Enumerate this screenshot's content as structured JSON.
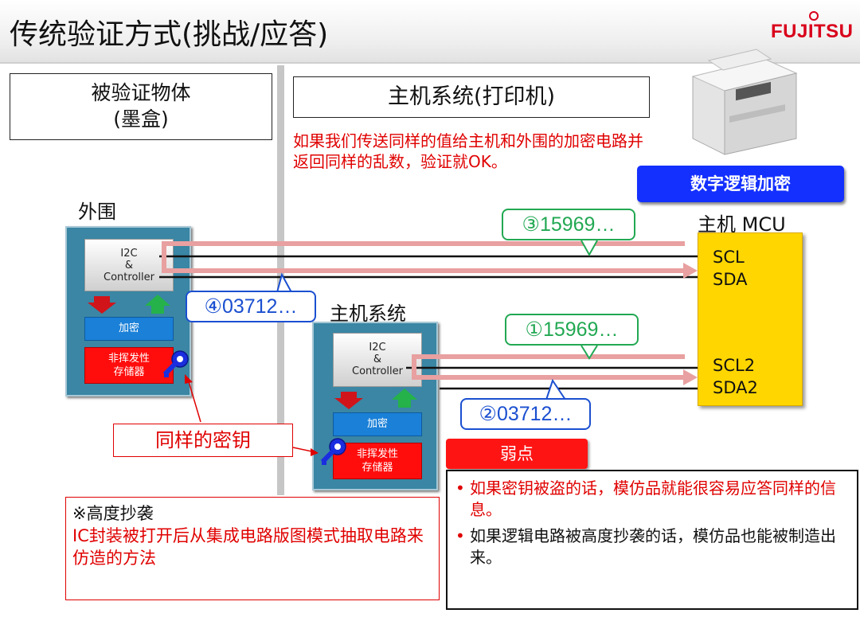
{
  "header": {
    "title": "传统验证方式(挑战/应答)",
    "logo": "FUJITSU"
  },
  "left": {
    "object_label_line1": "被验证物体",
    "object_label_line2": "(墨盒)",
    "peripheral_label": "外围",
    "device": {
      "i2c_line1": "I2C",
      "i2c_line2": "&",
      "i2c_line3": "Controller",
      "encrypt": "加密",
      "nv_line1": "非挥发性",
      "nv_line2": "存储器"
    }
  },
  "right": {
    "host_label": "主机系统(打印机)",
    "note": "如果我们传送同样的值给主机和外围的加密电路并返回同样的乱数，验证就OK。",
    "crypto_badge": "数字逻辑加密",
    "mcu_label": "主机 MCU",
    "pins": [
      "SCL",
      "SDA",
      "SCL2",
      "SDA2"
    ],
    "host_system_label": "主机系统",
    "device": {
      "i2c_line1": "I2C",
      "i2c_line2": "&",
      "i2c_line3": "Controller",
      "encrypt": "加密",
      "nv_line1": "非挥发性",
      "nv_line2": "存储器"
    }
  },
  "callouts": {
    "c3": "③15969…",
    "c4": "④03712…",
    "c1": "①15969…",
    "c2": "②03712…"
  },
  "same_key": "同样的密钥",
  "weakness": {
    "badge": "弱点",
    "items": [
      "如果密钥被盗的话，模仿品就能很容易应答同样的信息。",
      "如果逻辑电路被高度抄袭的话，模仿品也能被制造出来。"
    ]
  },
  "copy_note": {
    "title": "※高度抄袭",
    "desc": "IC封装被打开后从集成电路版图模式抽取电路来仿造的方法"
  },
  "colors": {
    "accent_red": "#e00000",
    "badge_blue": "#1430ff",
    "device_teal": "#3a86a4",
    "mcu_yellow": "#ffd600",
    "callout_green": "#22a853",
    "callout_blue": "#1a4fd0",
    "signal_pink": "#e8a0a0"
  },
  "icons": {
    "key": "key-icon",
    "arrow_down": "arrow-down-icon",
    "arrow_up": "arrow-up-icon",
    "printer": "printer-icon"
  }
}
